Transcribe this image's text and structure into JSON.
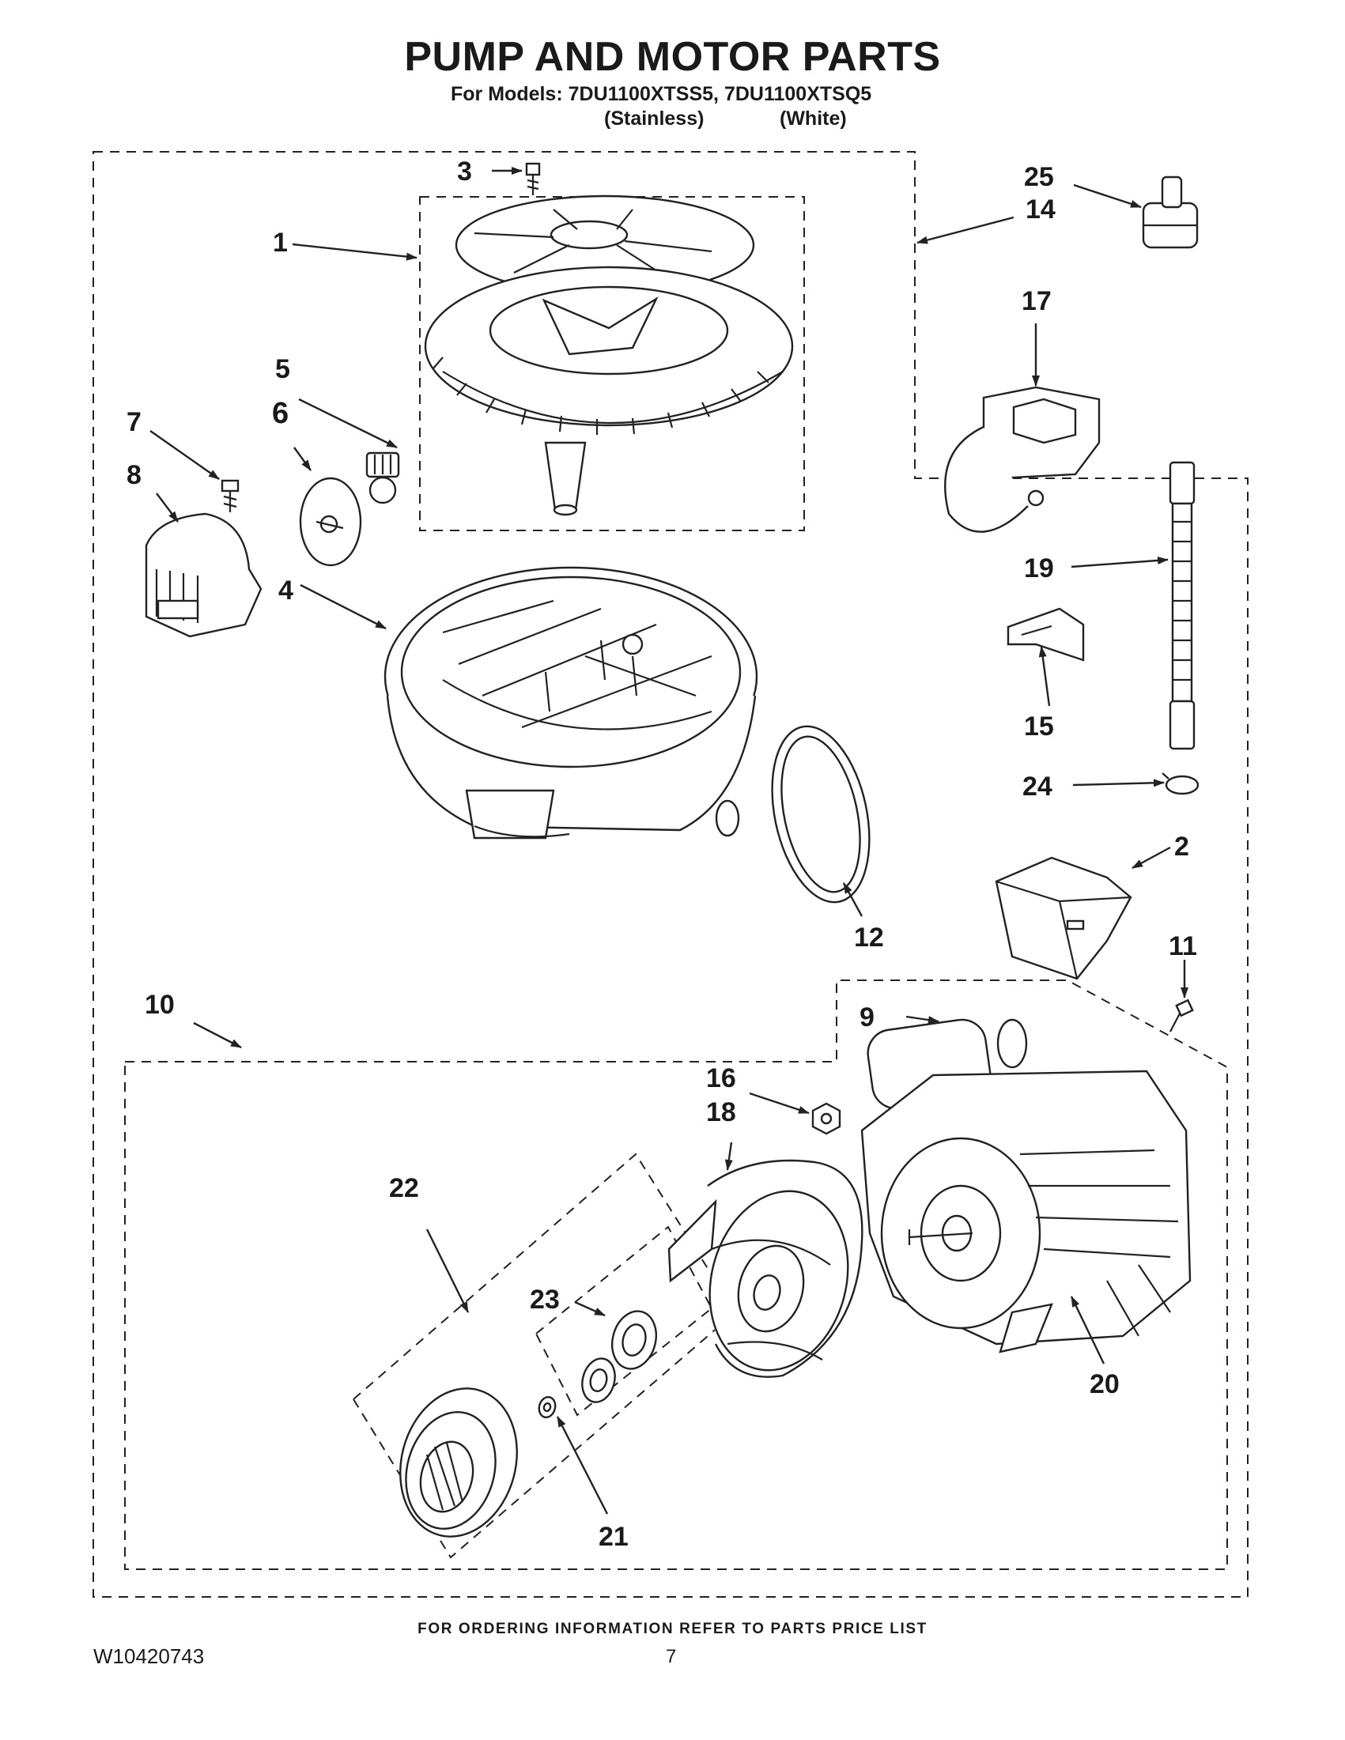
{
  "header": {
    "title": "PUMP AND MOTOR PARTS",
    "models": "For Models: 7DU1100XTSS5, 7DU1100XTSQ5",
    "variant_1": "(Stainless)",
    "variant_2": "(White)"
  },
  "callouts": {
    "p1": "1",
    "p2": "2",
    "p3": "3",
    "p4": "4",
    "p5": "5",
    "p6": "6",
    "p7": "7",
    "p8": "8",
    "p9": "9",
    "p10": "10",
    "p11": "11",
    "p12": "12",
    "p14": "14",
    "p15": "15",
    "p16": "16",
    "p17": "17",
    "p18": "18",
    "p19": "19",
    "p20": "20",
    "p21": "21",
    "p22": "22",
    "p23": "23",
    "p24": "24",
    "p25": "25"
  },
  "footer": {
    "ordering_note": "FOR ORDERING INFORMATION REFER TO PARTS PRICE LIST",
    "document_number": "W10420743",
    "page_number": "7"
  }
}
